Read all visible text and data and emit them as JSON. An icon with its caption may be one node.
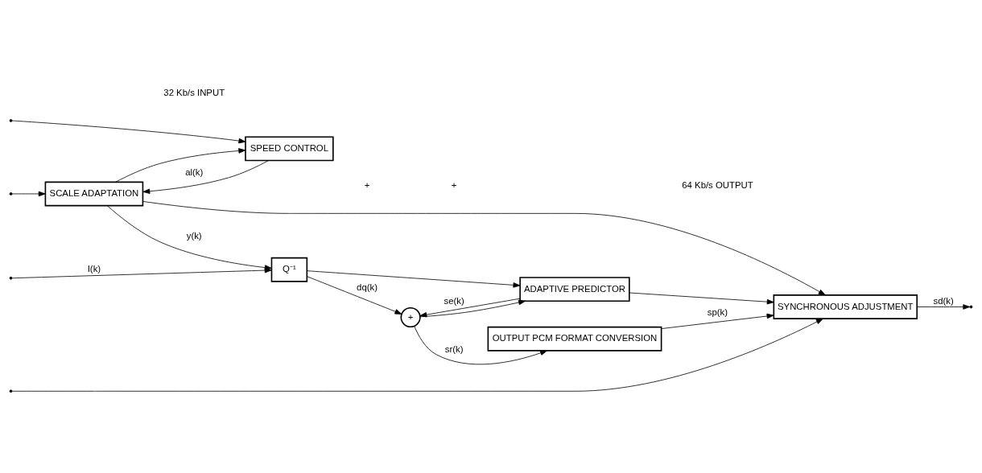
{
  "diagram": {
    "nodes": [
      {
        "text": [
          "Q⁻¹"
        ]
      },
      {
        "text": [
          "+"
        ]
      },
      {
        "text": [
          "OUTPUT PCM FORMAT CONVERSION"
        ]
      },
      {
        "text": [
          "SYNCHRONOUS ADJUSTMENT"
        ]
      },
      {
        "text": [
          "ADAPTIVE PREDICTOR"
        ]
      },
      {
        "text": [
          "SCALE ADAPTATION"
        ]
      },
      {
        "text": [
          "SPEED CONTROL"
        ]
      }
    ],
    "edges": [
      {
        "from": null,
        "to": 0,
        "arrow": "to",
        "label": "I(k)"
      },
      {
        "from": 0,
        "to": 1,
        "arrow": "to",
        "label": "dq(k)"
      },
      {
        "from": 0,
        "to": 4,
        "arrow": "to"
      },
      {
        "from": 1,
        "to": 2,
        "arrow": "to",
        "label": "sr(k)"
      },
      {
        "from": 1,
        "to": 4,
        "arrow": "to"
      },
      {
        "from": 2,
        "to": 3,
        "arrow": "to",
        "label": "sp(k)"
      },
      {
        "from": 4,
        "to": 1,
        "arrow": "to",
        "label": "se(k)"
      },
      {
        "from": 4,
        "to": 3,
        "arrow": "to"
      },
      {
        "from": null,
        "to": 3,
        "arrow": "to"
      },
      {
        "from": 3,
        "to": null,
        "arrow": "to",
        "label": "sd(k)"
      },
      {
        "from": null,
        "to": 5,
        "arrow": "to"
      },
      {
        "from": null,
        "to": 6,
        "arrow": "to"
      },
      {
        "from": 5,
        "to": 0,
        "arrow": "to",
        "label": "y(k)"
      },
      {
        "from": 5,
        "to": 3,
        "arrow": "to"
      },
      {
        "from": 5,
        "to": 6,
        "arrow": "to"
      },
      {
        "from": 6,
        "to": 5,
        "arrow": "to",
        "label": "al(k)"
      }
    ],
    "labels": [
      "32 Kb/s INPUT",
      "+",
      "+",
      "64 Kb/s OUTPUT"
    ]
  }
}
